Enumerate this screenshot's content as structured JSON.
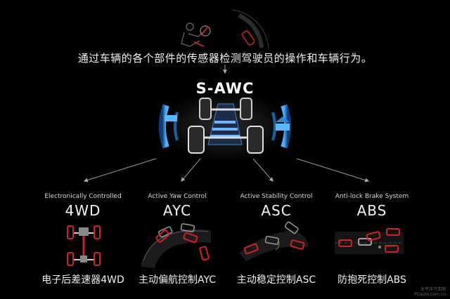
{
  "intro": "通过车辆的各个部件的传感器检测驾驶员的操作和车辆行为。",
  "brand": "S-AWC",
  "systems": [
    {
      "en": "Electronically Controlled",
      "abbr": "4WD",
      "cn": "电子后差速器4WD"
    },
    {
      "en": "Active Yaw Control",
      "abbr": "AYC",
      "cn": "主动偏航控制AYC"
    },
    {
      "en": "Active Stability Control",
      "abbr": "ASC",
      "cn": "主动稳定控制ASC"
    },
    {
      "en": "Anti-lock Brake System",
      "abbr": "ABS",
      "cn": "防抱死控制ABS"
    }
  ],
  "watermark": {
    "line1": "太平洋汽车网",
    "line2": "PCauto.com.cn"
  },
  "colors": {
    "background": "#000000",
    "accent_blue": "#3a8fd6",
    "car_red": "#d1202a",
    "line_gray": "#9a9a9a"
  },
  "icons": [
    "driver-steering-icon",
    "car-top-view-icon",
    "awc-chassis-icon",
    "4wd-drivetrain-icon",
    "ayc-cornering-cars-icon",
    "asc-swerving-cars-icon",
    "abs-braking-cars-icon"
  ]
}
